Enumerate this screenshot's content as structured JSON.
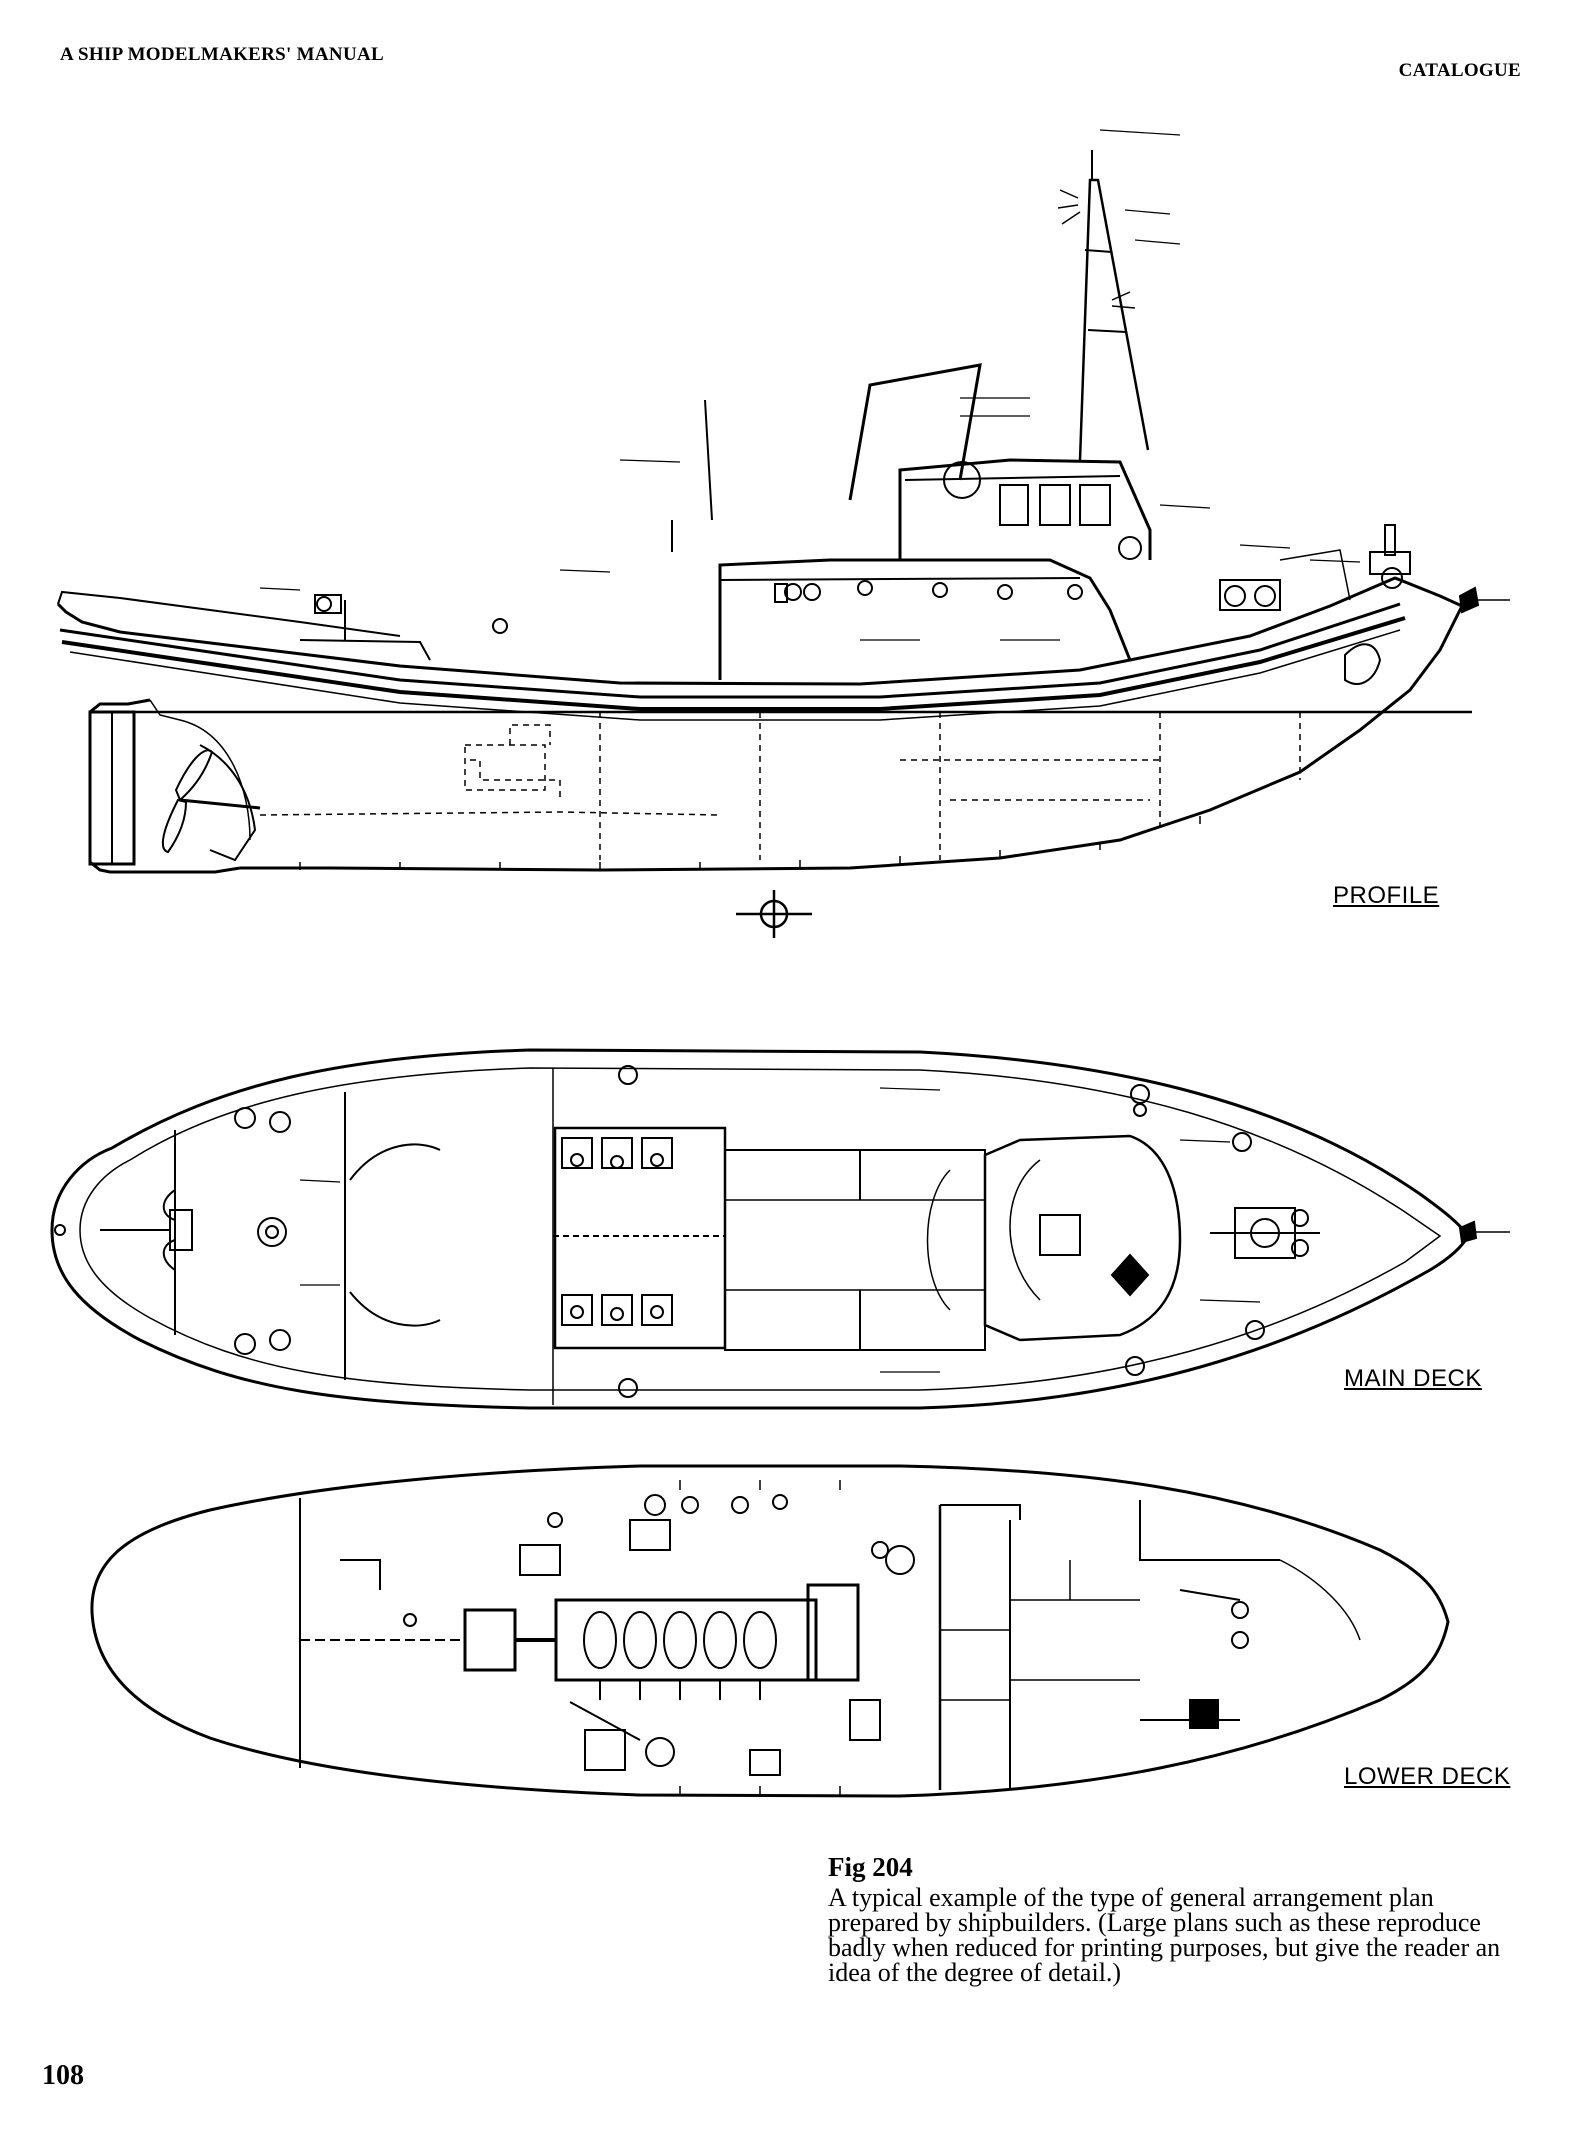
{
  "header": {
    "left": "A SHIP MODELMAKERS' MANUAL",
    "right": "CATALOGUE"
  },
  "views": {
    "profile": "PROFILE",
    "main_deck": "MAIN DECK",
    "lower_deck": "LOWER DECK"
  },
  "caption": {
    "figure": "Fig 204",
    "text": "A typical example of the type of general arrangement plan prepared by shipbuilders. (Large plans such as these reproduce badly when reduced for printing purposes, but give the reader an idea of the degree of detail.)"
  },
  "page_number": "108"
}
